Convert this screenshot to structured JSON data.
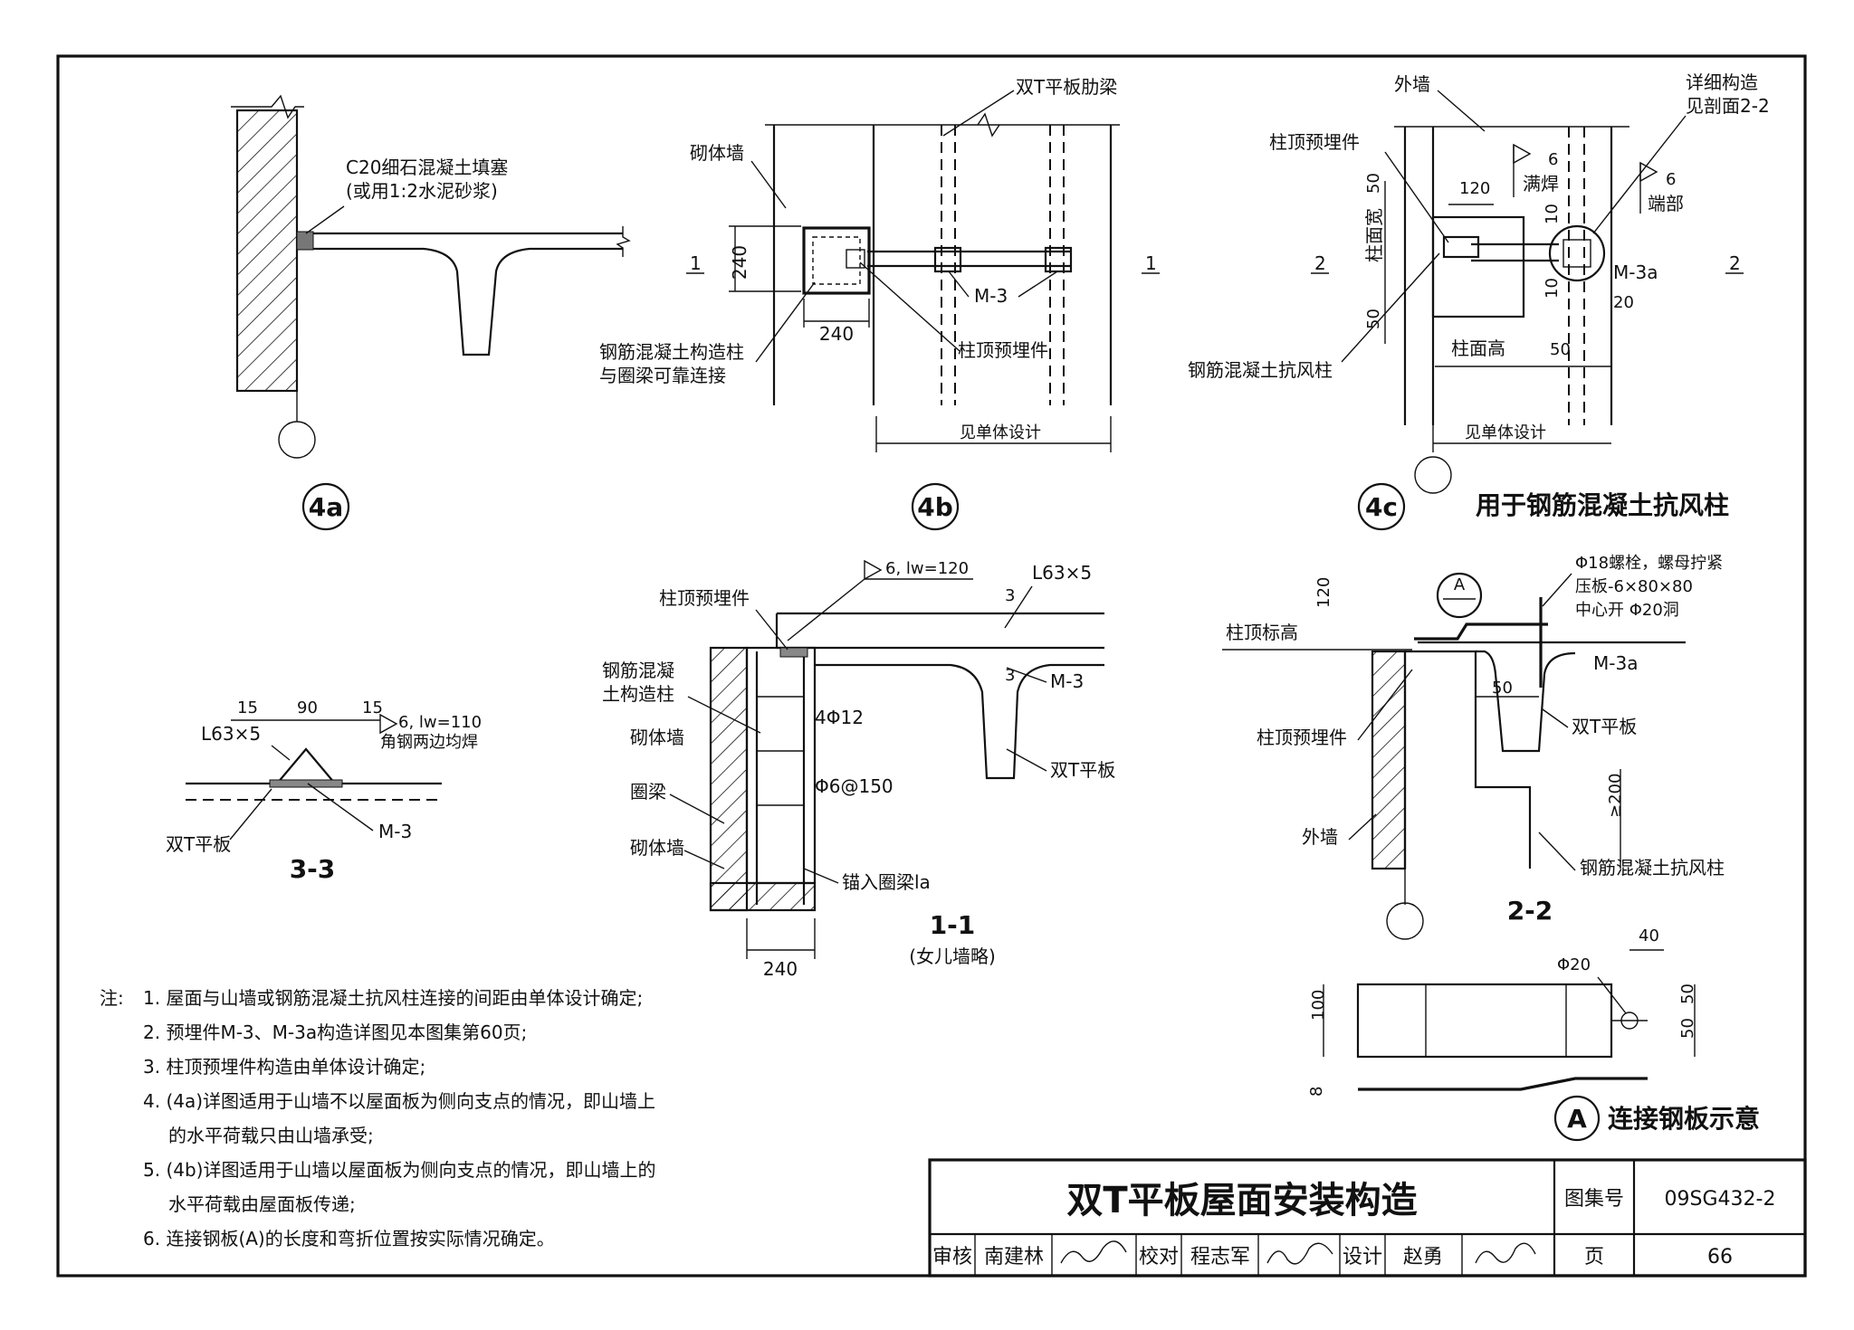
{
  "sheet": {
    "title": "双T平板屋面安装构造",
    "atlas_label": "图集号",
    "atlas_no": "09SG432-2",
    "page_label": "页",
    "page_no": "66",
    "review_label": "审核",
    "reviewer": "南建林",
    "check_label": "校对",
    "checker": "程志军",
    "design_label": "设计",
    "designer": "赵勇"
  },
  "d4a": {
    "fill_line1": "C20细石混凝土填塞",
    "fill_line2": "(或用1:2水泥砂浆)",
    "tag": "4a"
  },
  "d4b": {
    "rib_beam": "双T平板肋梁",
    "masonry_wall": "砌体墙",
    "dim_240v": "240",
    "dim_240h": "240",
    "sec_1": "1",
    "m3": "M-3",
    "embed": "柱顶预埋件",
    "col_line1": "钢筋混凝土构造柱",
    "col_line2": "与圈梁可靠连接",
    "see_design": "见单体设计",
    "tag": "4b"
  },
  "d4c": {
    "outer_wall": "外墙",
    "detail_line1": "详细构造",
    "detail_line2": "见剖面2-2",
    "embed": "柱顶预埋件",
    "dim_120": "120",
    "weld_6a": "6",
    "full_weld": "满焊",
    "weld_6b": "6",
    "end": "端部",
    "dim_50a": "50",
    "col_width": "柱面宽",
    "dim_50b": "50",
    "sec_2": "2",
    "dim_10a": "10",
    "dim_10b": "10",
    "m3a": "M-3a",
    "dim_20": "20",
    "col_height": "柱面高",
    "dim_50c": "50",
    "wind_col": "钢筋混凝土抗风柱",
    "see_design": "见单体设计",
    "tag": "4c",
    "caption": "用于钢筋混凝土抗风柱"
  },
  "d11": {
    "weld_note": "6, lw=120",
    "angle": "L63×5",
    "embed": "柱顶预埋件",
    "rc_col_line1": "钢筋混凝",
    "rc_col_line2": "土构造柱",
    "dim_3a": "3",
    "dim_3b": "3",
    "masonry1": "砌体墙",
    "bars": "4Φ12",
    "m3": "M-3",
    "ring_beam": "圈梁",
    "stirrups": "Φ6@150",
    "dt_slab": "双T平板",
    "masonry2": "砌体墙",
    "anchor": "锚入圈梁la",
    "dim_240": "240",
    "title": "1-1",
    "subtitle": "(女儿墙略)"
  },
  "d33": {
    "dim_15a": "15",
    "dim_90": "90",
    "dim_15b": "15",
    "weld_note": "6, lw=110",
    "angle": "L63×5",
    "both_sides": "角钢两边均焊",
    "dt_slab": "双T平板",
    "m3": "M-3",
    "title": "3-3"
  },
  "d22": {
    "bolt": "Φ18螺栓，螺母拧紧",
    "plate": "压板-6×80×80",
    "hole": "中心开 Φ20洞",
    "tag_a": "A",
    "col_top": "柱顶标高",
    "dim_120": "120",
    "m3a": "M-3a",
    "dim_50": "50",
    "embed": "柱顶预埋件",
    "dt_slab": "双T平板",
    "dim_200": "≥200",
    "outer_wall": "外墙",
    "wind_col": "钢筋混凝土抗风柱",
    "title": "2-2"
  },
  "dA": {
    "dim_phi20": "Φ20",
    "dim_40": "40",
    "dim_100": "100",
    "dim_50a": "50",
    "dim_50b": "50",
    "dim_8": "8",
    "tag": "A",
    "caption": "连接钢板示意"
  },
  "notes": {
    "prefix": "注:",
    "items": [
      "1. 屋面与山墙或钢筋混凝土抗风柱连接的间距由单体设计确定;",
      "2. 预埋件M-3、M-3a构造详图见本图集第60页;",
      "3. 柱顶预埋件构造由单体设计确定;",
      "4. (4a)详图适用于山墙不以屋面板为侧向支点的情况，即山墙上",
      "的水平荷载只由山墙承受;",
      "5. (4b)详图适用于山墙以屋面板为侧向支点的情况，即山墙上的",
      "水平荷载由屋面板传递;",
      "6. 连接钢板(A)的长度和弯折位置按实际情况确定。"
    ]
  }
}
